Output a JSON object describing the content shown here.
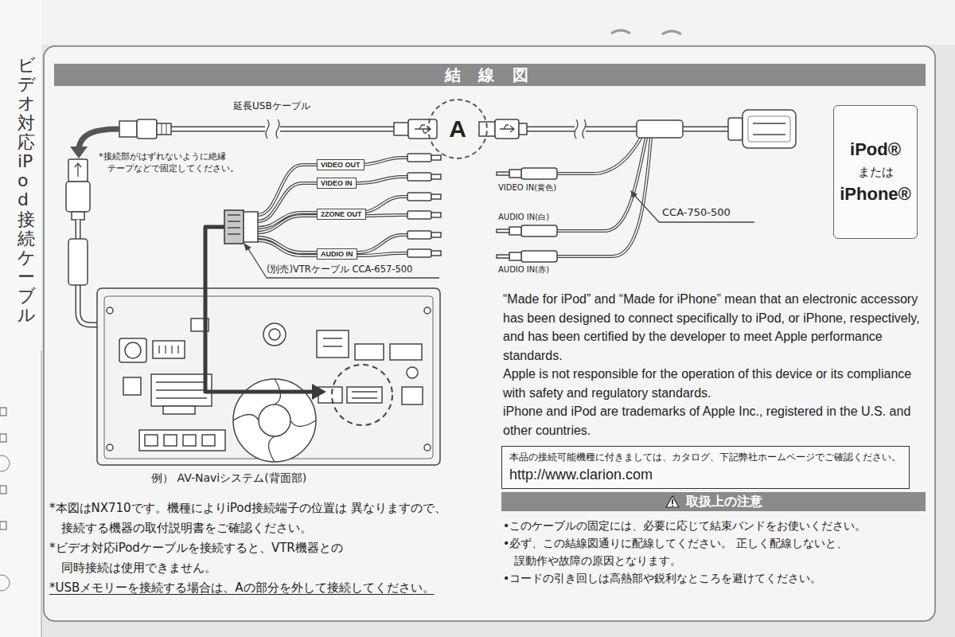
{
  "diagram": {
    "title": "結 線 図",
    "nodes": [
      {
        "text": [
          "A"
        ]
      },
      {
        "text": [
          "VIDEO OUT"
        ]
      },
      {
        "text": [
          "VIDEO IN"
        ]
      },
      {
        "text": [
          "2ZONE OUT"
        ]
      },
      {
        "text": [
          "AUDIO IN"
        ]
      },
      {
        "text": [
          "iPod®",
          "または",
          "iPhone®"
        ]
      },
      {
        "text": [
          "本品の接続可能機種に付きましては、カタログ、下記弊社ホームページでご確認ください。",
          "http://www.clarion.com"
        ]
      },
      {
        "text": [
          "取扱上の注意"
        ]
      }
    ],
    "edges": [
      {
        "from": 0,
        "to": 5,
        "arrow": "to"
      }
    ],
    "labels": [
      "ビデオ対応iPod接続ケーブル",
      "延長USBケーブル",
      "*接続部がはずれないように絶縁 テープなどで固定してください。",
      "(別売)VTRケーブル CCA-657-500",
      "VIDEO IN(黄色)",
      "AUDIO IN(白)",
      "AUDIO IN(赤)",
      "CCA-750-500",
      "“Made for iPod” and “Made for iPhone” mean that an electronic accessory has been designed to connect specifically to iPod, or iPhone, respectively, and has been certified by the developer to meet Apple performance standards.",
      "Apple is not responsible for the operation of this device or its compliance with safety and regulatory standards.",
      "iPhone and iPod are trademarks of Apple Inc., registered in the U.S. and other countries.",
      "例） AV-Naviシステム(背面部)",
      "*本図はNX710です。機種によりiPod接続端子の位置は 異なりますので、接続する機器の取付説明書をご確認ください。",
      "*ビデオ対応iPodケーブルを接続すると、VTR機器との 同時接続は使用できません。",
      "*USBメモリーを接続する場合は、Aの部分を外して接続してください。",
      "•このケーブルの固定には、必要に応じて結束バンドをお使いください。",
      "•必ず、この結線図通りに配線してください。 正しく配線しないと、誤動作や故障の原因となります。",
      "•コードの引き回しは高熱部や鋭利なところを避けてください。"
    ]
  }
}
